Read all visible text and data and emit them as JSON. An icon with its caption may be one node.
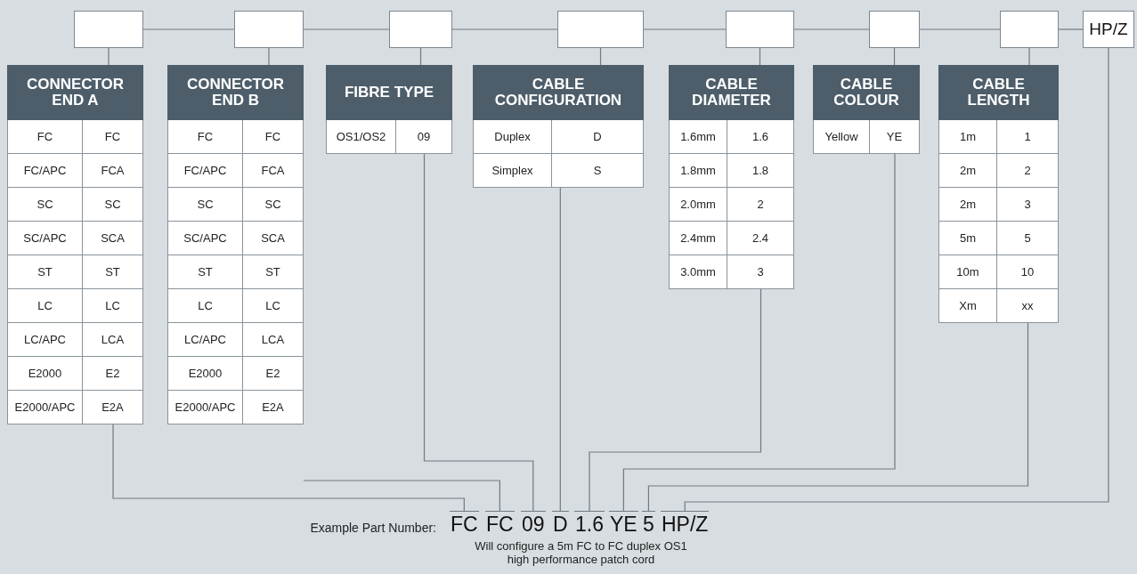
{
  "diagram": {
    "nodes": [
      {
        "text": [],
        "shape": "box"
      },
      {
        "text": [],
        "shape": "box"
      },
      {
        "text": [],
        "shape": "box"
      },
      {
        "text": [],
        "shape": "box"
      },
      {
        "text": [],
        "shape": "box"
      },
      {
        "text": [],
        "shape": "box"
      },
      {
        "text": [],
        "shape": "box"
      },
      {
        "text": [
          "HP/Z"
        ]
      },
      {
        "text": [
          "CONNECTOR END A",
          "FC",
          "FC",
          "FC/APC",
          "FCA",
          "SC",
          "SC",
          "SC/APC",
          "SCA",
          "ST",
          "ST",
          "LC",
          "LC",
          "LC/APC",
          "LCA",
          "E2000",
          "E2",
          "E2000/APC",
          "E2A"
        ]
      },
      {
        "text": [
          "CONNECTOR END B",
          "FC",
          "FC",
          "FC/APC",
          "FCA",
          "SC",
          "SC",
          "SC/APC",
          "SCA",
          "ST",
          "ST",
          "LC",
          "LC",
          "LC/APC",
          "LCA",
          "E2000",
          "E2",
          "E2000/APC",
          "E2A"
        ]
      },
      {
        "text": [
          "FIBRE TYPE",
          "OS1/OS2",
          "09"
        ]
      },
      {
        "text": [
          "CABLE CONFIGURATION",
          "Duplex",
          "D",
          "Simplex",
          "S"
        ]
      },
      {
        "text": [
          "CABLE DIAMETER",
          "1.6mm",
          "1.6",
          "1.8mm",
          "1.8",
          "2.0mm",
          "2",
          "2.4mm",
          "2.4",
          "3.0mm",
          "3"
        ]
      },
      {
        "text": [
          "CABLE COLOUR",
          "Yellow",
          "YE"
        ]
      },
      {
        "text": [
          "CABLE LENGTH",
          "1m",
          "1",
          "2m",
          "2",
          "2m",
          "3",
          "5m",
          "5",
          "10m",
          "10",
          "Xm",
          "xx"
        ]
      },
      {
        "text": [
          "FC"
        ]
      },
      {
        "text": [
          "FC"
        ]
      },
      {
        "text": [
          "09"
        ]
      },
      {
        "text": [
          "D"
        ]
      },
      {
        "text": [
          "1.6"
        ]
      },
      {
        "text": [
          "YE"
        ]
      },
      {
        "text": [
          "5"
        ]
      },
      {
        "text": [
          "HP/Z"
        ]
      }
    ],
    "edges": [
      {
        "from": 0,
        "to": 1,
        "arrow": "none"
      },
      {
        "from": 1,
        "to": 2,
        "arrow": "none"
      },
      {
        "from": 2,
        "to": 3,
        "arrow": "none"
      },
      {
        "from": 3,
        "to": 4,
        "arrow": "none"
      },
      {
        "from": 4,
        "to": 5,
        "arrow": "none"
      },
      {
        "from": 5,
        "to": 6,
        "arrow": "none"
      },
      {
        "from": 6,
        "to": 7,
        "arrow": "none"
      },
      {
        "from": 0,
        "to": 8,
        "arrow": "none"
      },
      {
        "from": 1,
        "to": 9,
        "arrow": "none"
      },
      {
        "from": 2,
        "to": 10,
        "arrow": "none"
      },
      {
        "from": 3,
        "to": 11,
        "arrow": "none"
      },
      {
        "from": 4,
        "to": 12,
        "arrow": "none"
      },
      {
        "from": 5,
        "to": 13,
        "arrow": "none"
      },
      {
        "from": 6,
        "to": 14,
        "arrow": "none"
      },
      {
        "from": 8,
        "to": 15,
        "arrow": "none"
      },
      {
        "from": 9,
        "to": 16,
        "arrow": "none"
      },
      {
        "from": 10,
        "to": 17,
        "arrow": "none"
      },
      {
        "from": 11,
        "to": 18,
        "arrow": "none"
      },
      {
        "from": 12,
        "to": 19,
        "arrow": "none"
      },
      {
        "from": 13,
        "to": 20,
        "arrow": "none"
      },
      {
        "from": 14,
        "to": 21,
        "arrow": "none"
      },
      {
        "from": 7,
        "to": 22,
        "arrow": "none"
      }
    ],
    "labels": [
      "Example Part Number:",
      "Will configure a 5m FC to FC duplex OS1 high performance patch cord"
    ]
  }
}
